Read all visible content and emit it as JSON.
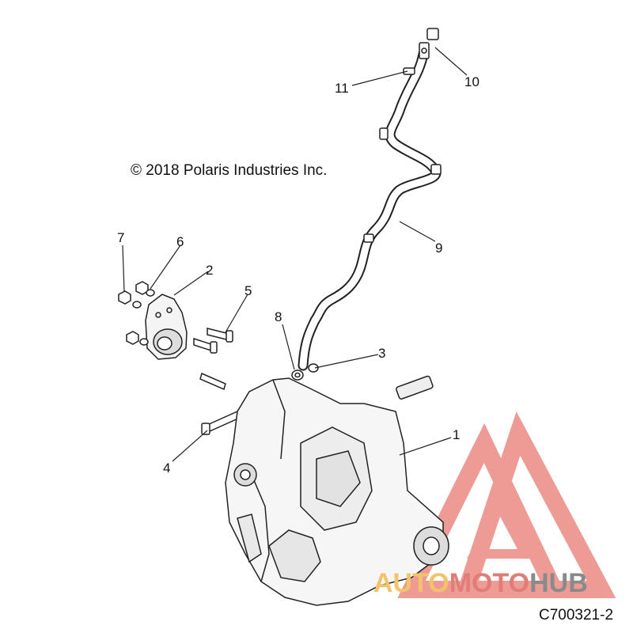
{
  "copyright": "© 2018 Polaris Industries Inc.",
  "drawing_id": "C700321-2",
  "callouts": [
    "1",
    "2",
    "3",
    "4",
    "5",
    "6",
    "7",
    "8",
    "9",
    "10",
    "11"
  ],
  "watermark": {
    "part1": "AUTO",
    "part2": "MOTO",
    "part3": "HUB",
    "colors": {
      "auto": "#f2c46a",
      "moto": "#e07d77",
      "hub": "#8a8a8a"
    }
  },
  "icons": [
    "transmission-assembly",
    "mount-bracket",
    "bolt",
    "nut",
    "washer",
    "vent-hose",
    "hose-clamp",
    "vent-fitting",
    "watermark-triangle-logo"
  ]
}
